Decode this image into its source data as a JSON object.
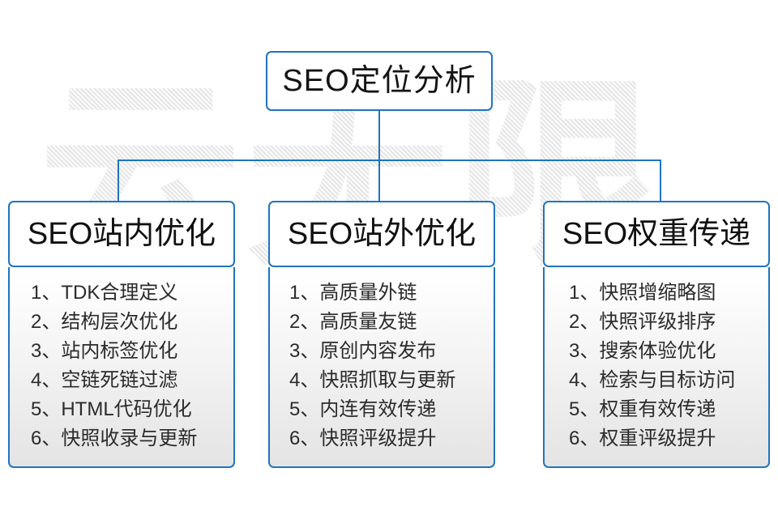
{
  "diagram": {
    "title": "SEO定位分析",
    "watermark": "云无限",
    "accent_color": "#1f74c2",
    "text_color": "#141414",
    "background_color": "#ffffff"
  },
  "root": {
    "label": "SEO定位分析"
  },
  "columns": [
    {
      "header": "SEO站内优化",
      "items": [
        "1、TDK合理定义",
        "2、结构层次优化",
        "3、站内标签优化",
        "4、空链死链过滤",
        "5、HTML代码优化",
        "6、快照收录与更新"
      ]
    },
    {
      "header": "SEO站外优化",
      "items": [
        "1、高质量外链",
        "2、高质量友链",
        "3、原创内容发布",
        "4、快照抓取与更新",
        "5、内连有效传递",
        "6、快照评级提升"
      ]
    },
    {
      "header": "SEO权重传递",
      "items": [
        "1、快照增缩略图",
        "2、快照评级排序",
        "3、搜索体验优化",
        "4、检索与目标访问",
        "5、权重有效传递",
        "6、权重评级提升"
      ]
    }
  ]
}
